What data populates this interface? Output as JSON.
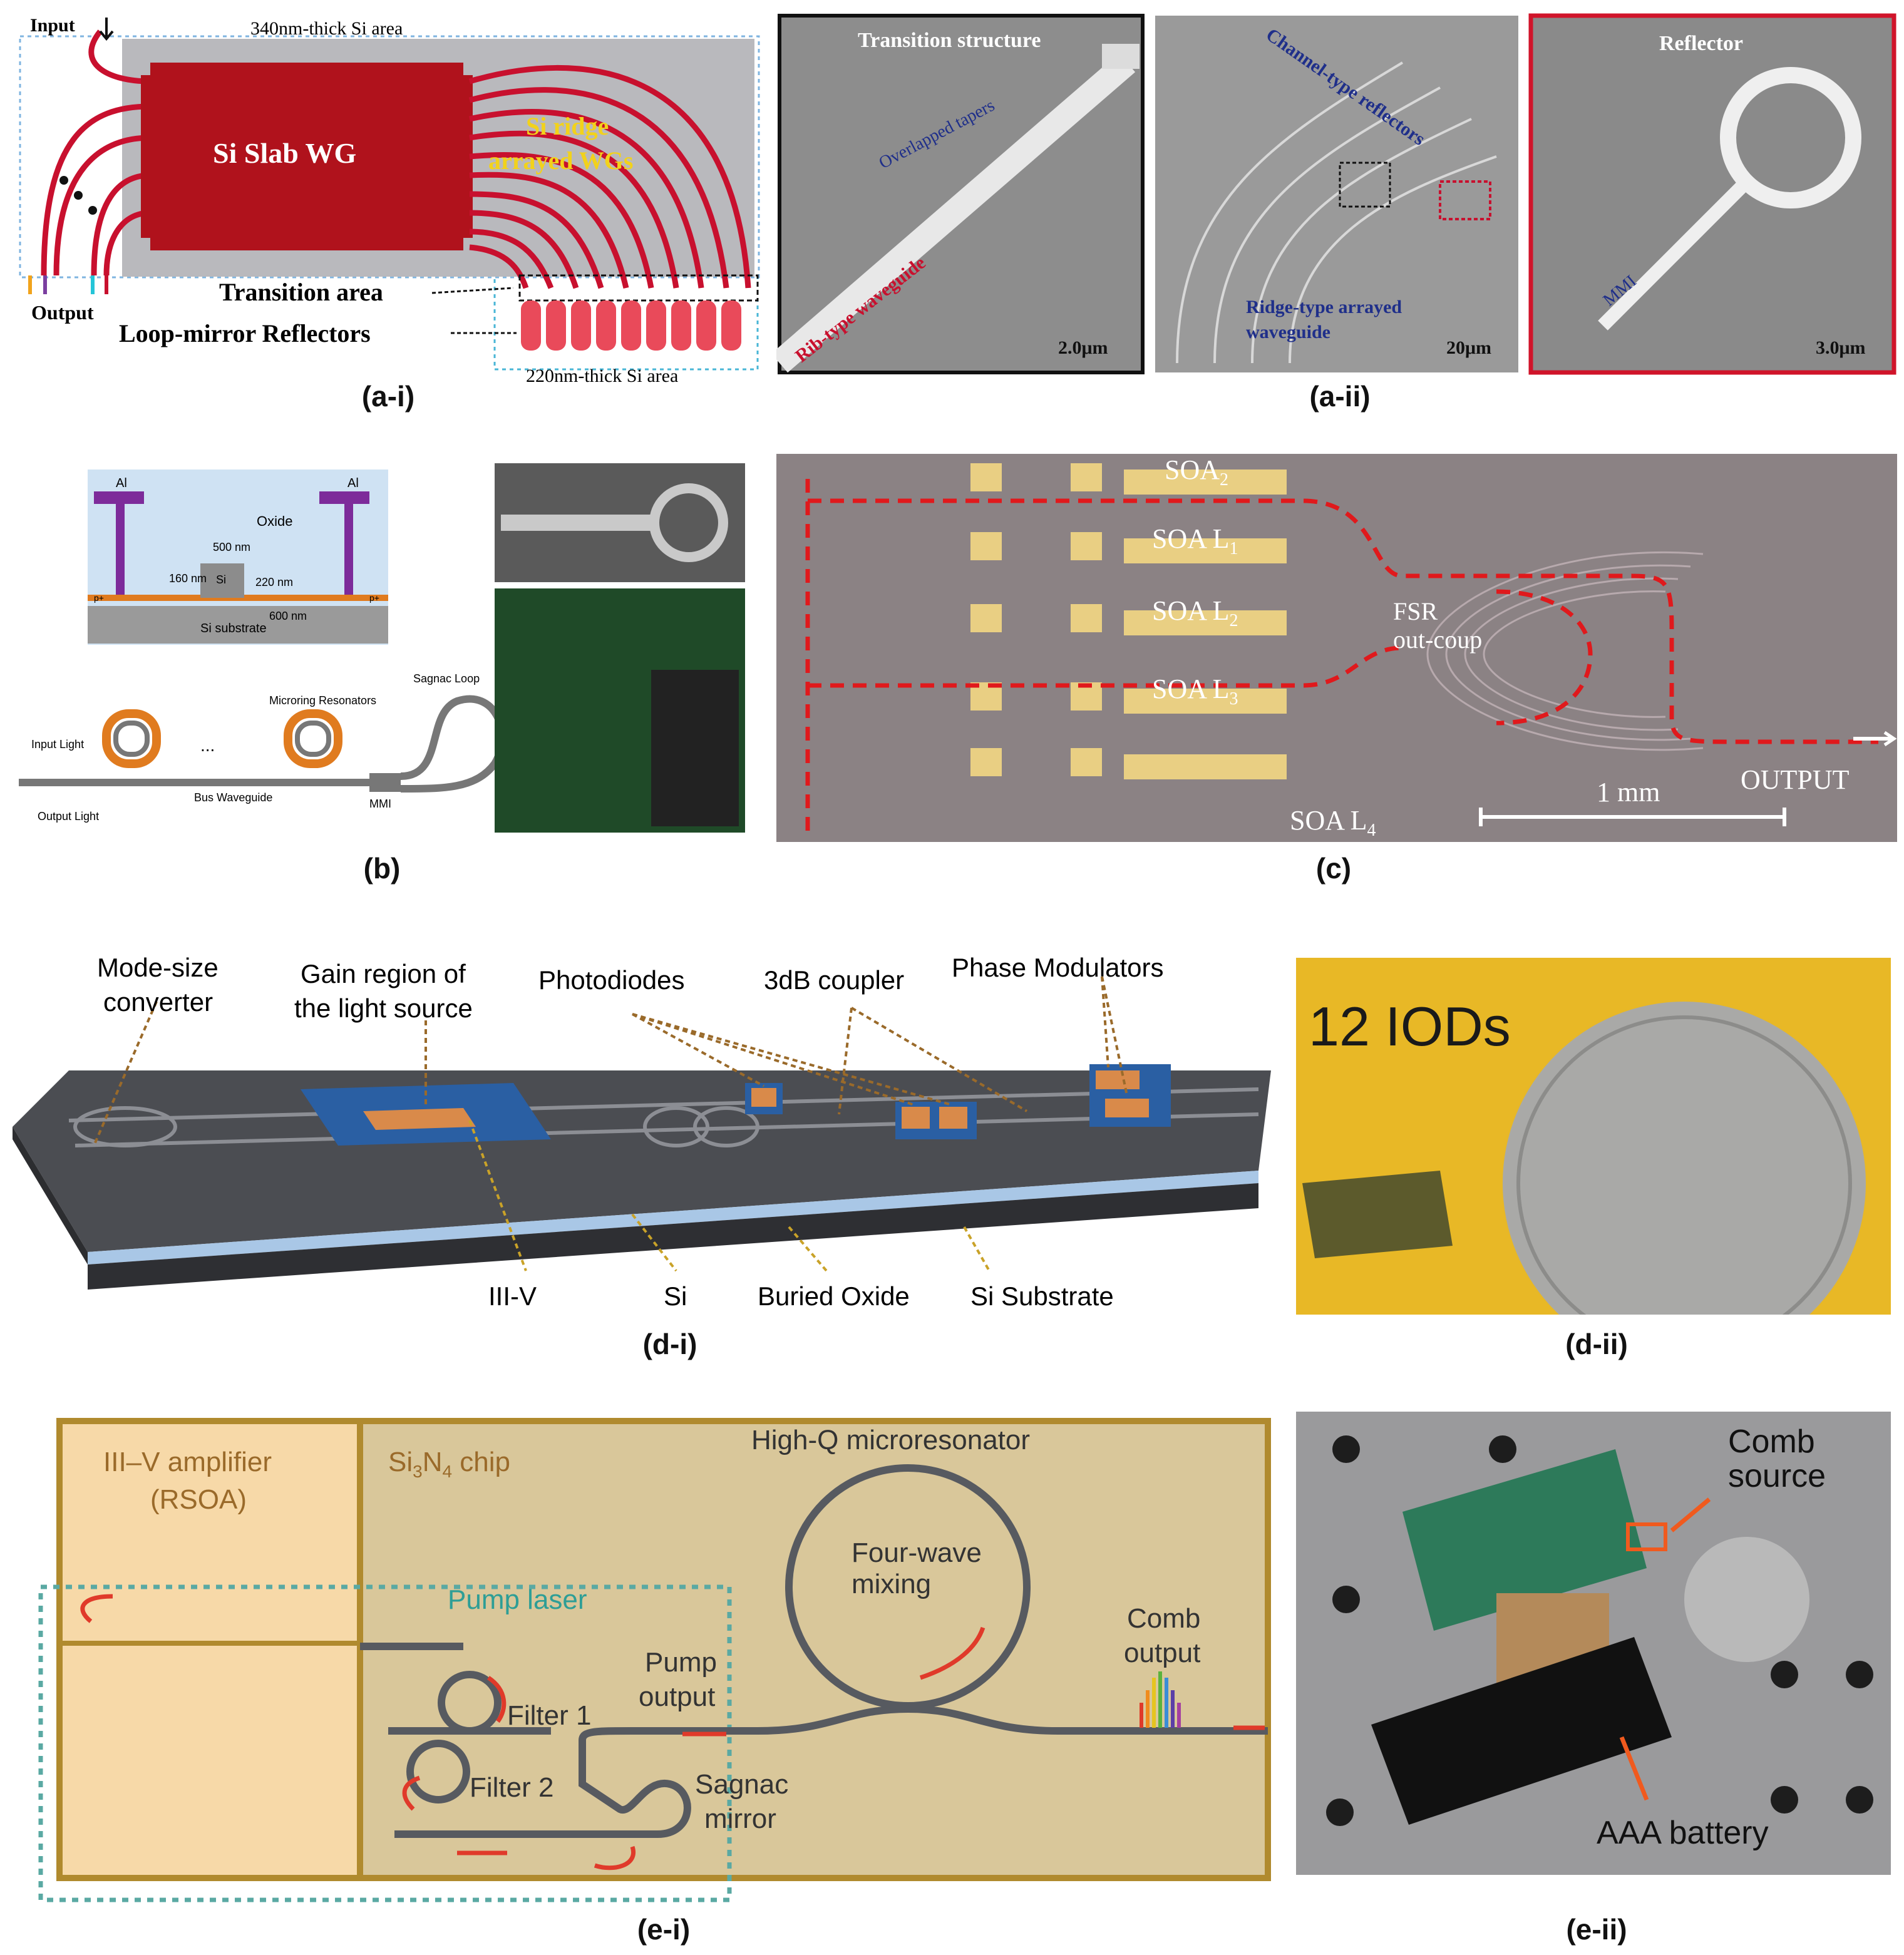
{
  "captions": {
    "a_i": "(a-i)",
    "a_ii": "(a-ii)",
    "b": "(b)",
    "c": "(c)",
    "d_i": "(d-i)",
    "d_ii": "(d-ii)",
    "e_i": "(e-i)",
    "e_ii": "(e-ii)"
  },
  "panel_a_i": {
    "input": "Input",
    "top_area": "340nm-thick Si area",
    "slab": "Si Slab WG",
    "ridge_line1": "Si ridge",
    "ridge_line2": "arrayed WGs",
    "output": "Output",
    "transition": "Transition area",
    "reflectors": "Loop-mirror Reflectors",
    "bottom_area": "220nm-thick Si area",
    "colors": {
      "waveguide": "#c8102e",
      "ridge_text": "#f2d21b",
      "outline": "#49b6d6"
    }
  },
  "panel_a_ii": {
    "transition_title": "Transition structure",
    "overlapped": "Overlapped tapers",
    "rib": "Rib-type waveguide",
    "scale1": "2.0μm",
    "channel_refl": "Channel-type reflectors",
    "ridge_wg_line1": "Ridge-type arrayed",
    "ridge_wg_line2": "waveguide",
    "scale2": "20μm",
    "reflector_title": "Reflector",
    "mmi": "MMI",
    "scale3": "3.0μm"
  },
  "panel_b": {
    "al_left": "Al",
    "al_right": "Al",
    "oxide": "Oxide",
    "w500": "500 nm",
    "h160": "160 nm",
    "si": "Si",
    "h220": "220 nm",
    "w600": "600 nm",
    "pp_left": "p+",
    "pp_right": "p+",
    "substrate": "Si substrate",
    "microring": "Microring Resonators",
    "sagnac": "Sagnac Loop",
    "input_light": "Input Light",
    "output_light": "Output Light",
    "bus": "Bus Waveguide",
    "mmi": "MMI",
    "dots": "..."
  },
  "panel_c": {
    "soa2": "SOA",
    "soa2_sub": "2",
    "soal1": "SOA L",
    "soal1_sub": "1",
    "soal2": "SOA L",
    "soal2_sub": "2",
    "soal3": "SOA L",
    "soal3_sub": "3",
    "soal4": "SOA L",
    "soal4_sub": "4",
    "fsr_line1": "FSR",
    "fsr_line2": "out-coup",
    "scale": "1 mm",
    "output": "OUTPUT"
  },
  "panel_d_i": {
    "mode_size_l1": "Mode-size",
    "mode_size_l2": "converter",
    "gain_l1": "Gain region of",
    "gain_l2": "the light source",
    "photodiodes": "Photodiodes",
    "coupler": "3dB coupler",
    "phase_mod": "Phase Modulators",
    "iiiv": "III-V",
    "si": "Si",
    "buried": "Buried Oxide",
    "substrate": "Si Substrate"
  },
  "panel_d_ii": {
    "label": "12 IODs"
  },
  "panel_e_i": {
    "amplifier_l1": "III–V amplifier",
    "amplifier_l2": "(RSOA)",
    "chip_prefix": "Si",
    "chip_sub1": "3",
    "chip_mid": "N",
    "chip_sub2": "4",
    "chip_suffix": " chip",
    "microresonator": "High-Q microresonator",
    "fwm_l1": "Four-wave",
    "fwm_l2": "mixing",
    "pump_laser": "Pump laser",
    "pump_out_l1": "Pump",
    "pump_out_l2": "output",
    "comb_out_l1": "Comb",
    "comb_out_l2": "output",
    "filter1": "Filter 1",
    "filter2": "Filter 2",
    "sagnac_l1": "Sagnac",
    "sagnac_l2": "mirror"
  },
  "panel_e_ii": {
    "comb_l1": "Comb",
    "comb_l2": "source",
    "battery": "AAA battery"
  }
}
